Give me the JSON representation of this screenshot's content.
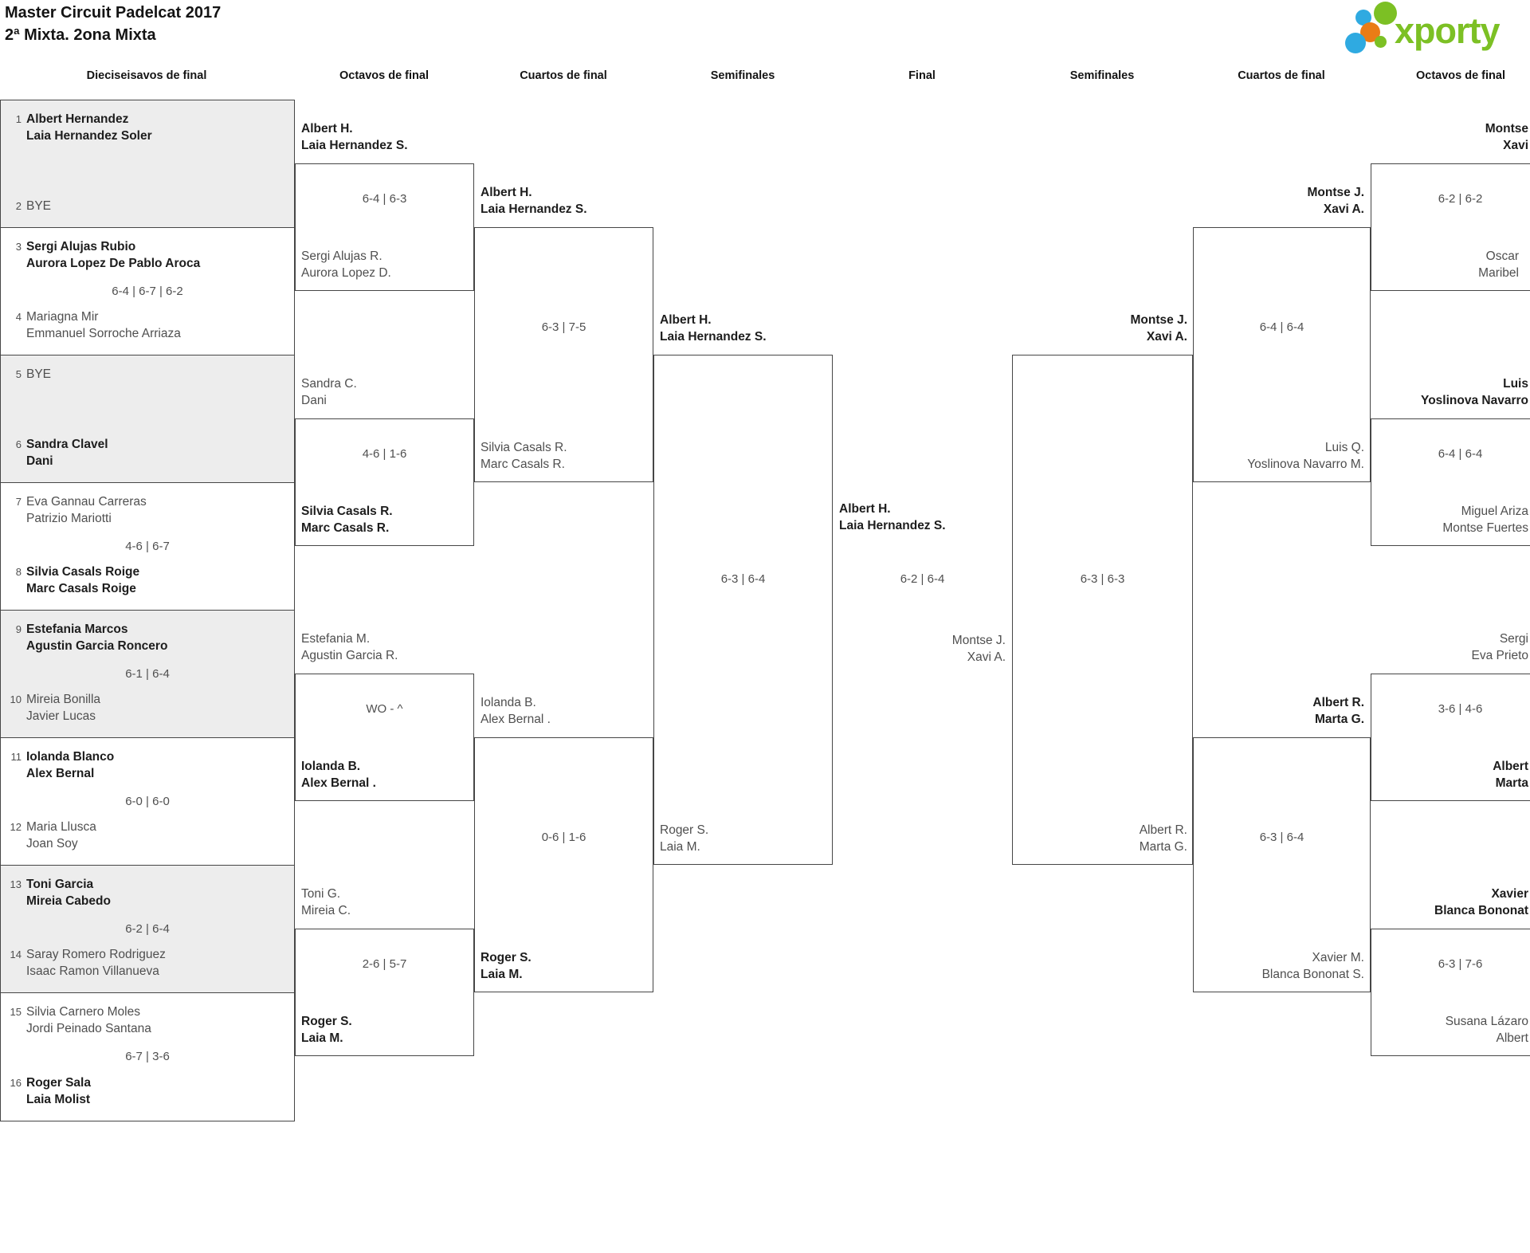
{
  "title": {
    "line1": "Master Circuit Padelcat 2017",
    "line2": "2ª Mixta. 2ona Mixta"
  },
  "logo": {
    "text": "xporty",
    "colors": {
      "green": "#7cc024",
      "blue": "#2faae1",
      "orange": "#ea7c16"
    }
  },
  "rounds": [
    "Dieciseisavos de final",
    "Octavos de final",
    "Cuartos de final",
    "Semifinales",
    "Final",
    "Semifinales",
    "Cuartos de final",
    "Octavos de final"
  ],
  "r32": {
    "matches": [
      {
        "score": "",
        "top": {
          "seed": "1",
          "line1": "Albert Hernandez",
          "line2": "Laia Hernandez Soler",
          "winner": true
        },
        "bottom": {
          "seed": "2",
          "line1": "BYE",
          "line2": "",
          "winner": false
        }
      },
      {
        "score": "6-4 | 6-7 | 6-2",
        "top": {
          "seed": "3",
          "line1": "Sergi Alujas Rubio",
          "line2": "Aurora Lopez De Pablo Aroca",
          "winner": true
        },
        "bottom": {
          "seed": "4",
          "line1": "Mariagna Mir",
          "line2": "Emmanuel Sorroche Arriaza",
          "winner": false
        }
      },
      {
        "score": "",
        "top": {
          "seed": "5",
          "line1": "BYE",
          "line2": "",
          "winner": false
        },
        "bottom": {
          "seed": "6",
          "line1": "Sandra Clavel",
          "line2": "Dani",
          "winner": true
        }
      },
      {
        "score": "4-6 | 6-7",
        "top": {
          "seed": "7",
          "line1": "Eva Gannau Carreras",
          "line2": "Patrizio Mariotti",
          "winner": false
        },
        "bottom": {
          "seed": "8",
          "line1": "Silvia Casals Roige",
          "line2": "Marc Casals Roige",
          "winner": true
        }
      },
      {
        "score": "6-1 | 6-4",
        "top": {
          "seed": "9",
          "line1": "Estefania Marcos",
          "line2": "Agustin Garcia Roncero",
          "winner": true
        },
        "bottom": {
          "seed": "10",
          "line1": "Mireia Bonilla",
          "line2": "Javier Lucas",
          "winner": false
        }
      },
      {
        "score": "6-0 | 6-0",
        "top": {
          "seed": "11",
          "line1": "Iolanda Blanco",
          "line2": "Alex Bernal",
          "winner": true
        },
        "bottom": {
          "seed": "12",
          "line1": "Maria Llusca",
          "line2": "Joan Soy",
          "winner": false
        }
      },
      {
        "score": "6-2 | 6-4",
        "top": {
          "seed": "13",
          "line1": "Toni Garcia",
          "line2": "Mireia Cabedo",
          "winner": true
        },
        "bottom": {
          "seed": "14",
          "line1": "Saray Romero Rodriguez",
          "line2": "Isaac Ramon Villanueva",
          "winner": false
        }
      },
      {
        "score": "6-7 | 3-6",
        "top": {
          "seed": "15",
          "line1": "Silvia Carnero Moles",
          "line2": "Jordi Peinado Santana",
          "winner": false
        },
        "bottom": {
          "seed": "16",
          "line1": "Roger Sala",
          "line2": "Laia Molist",
          "winner": true
        }
      }
    ]
  },
  "left_r16": [
    {
      "score": "6-4 | 6-3",
      "top": {
        "line1": "Albert H.",
        "line2": "Laia Hernandez S.",
        "winner": true
      },
      "bottom": {
        "line1": "Sergi Alujas R.",
        "line2": "Aurora Lopez D.",
        "winner": false
      }
    },
    {
      "score": "4-6 | 1-6",
      "top": {
        "line1": "Sandra C.",
        "line2": "Dani",
        "winner": false
      },
      "bottom": {
        "line1": "Silvia Casals R.",
        "line2": "Marc Casals R.",
        "winner": true
      }
    },
    {
      "score": "WO - ^",
      "top": {
        "line1": "Estefania M.",
        "line2": "Agustin Garcia R.",
        "winner": false
      },
      "bottom": {
        "line1": "Iolanda B.",
        "line2": "Alex Bernal .",
        "winner": true
      }
    },
    {
      "score": "2-6 | 5-7",
      "top": {
        "line1": "Toni G.",
        "line2": "Mireia C.",
        "winner": false
      },
      "bottom": {
        "line1": "Roger S.",
        "line2": "Laia M.",
        "winner": true
      }
    }
  ],
  "left_qf": [
    {
      "score": "6-3 | 7-5",
      "top": {
        "line1": "Albert H.",
        "line2": "Laia Hernandez S.",
        "winner": true
      },
      "bottom": {
        "line1": "Silvia Casals R.",
        "line2": "Marc Casals R.",
        "winner": false
      }
    },
    {
      "score": "0-6 | 1-6",
      "top": {
        "line1": "Iolanda B.",
        "line2": "Alex Bernal .",
        "winner": false
      },
      "bottom": {
        "line1": "Roger S.",
        "line2": "Laia M.",
        "winner": true
      }
    }
  ],
  "left_sf": {
    "score": "6-3 | 6-4",
    "top": {
      "line1": "Albert H.",
      "line2": "Laia Hernandez S.",
      "winner": true
    },
    "bottom": {
      "line1": "Roger S.",
      "line2": "Laia M.",
      "winner": false
    }
  },
  "final": {
    "score": "6-2 | 6-4",
    "top": {
      "line1": "Albert H.",
      "line2": "Laia Hernandez S.",
      "winner": true
    },
    "bottom": {
      "line1": "Montse J.",
      "line2": "Xavi A.",
      "winner": false
    }
  },
  "right_sf": {
    "score": "6-3 | 6-3",
    "top": {
      "line1": "Montse J.",
      "line2": "Xavi A.",
      "winner": true
    },
    "bottom": {
      "line1": "Albert R.",
      "line2": "Marta G.",
      "winner": false
    }
  },
  "right_qf": [
    {
      "score": "6-4 | 6-4",
      "top": {
        "line1": "Montse J.",
        "line2": "Xavi A.",
        "winner": true
      },
      "bottom": {
        "line1": "Luis Q.",
        "line2": "Yoslinova Navarro M.",
        "winner": false
      }
    },
    {
      "score": "6-3 | 6-4",
      "top": {
        "line1": "Albert R.",
        "line2": "Marta G.",
        "winner": true
      },
      "bottom": {
        "line1": "Xavier M.",
        "line2": "Blanca Bononat S.",
        "winner": false
      }
    }
  ],
  "right_r16": [
    {
      "score": "6-2 | 6-2",
      "top": {
        "line1": "Montse",
        "line2": "Xavi",
        "winner": true
      },
      "bottom": {
        "line1": "Oscar",
        "line2": "Maribel",
        "winner": false
      }
    },
    {
      "score": "6-4 | 6-4",
      "top": {
        "line1": "Luis",
        "line2": "Yoslinova Navarro",
        "winner": true
      },
      "bottom": {
        "line1": "Miguel Ariza",
        "line2": "Montse Fuertes",
        "winner": false
      }
    },
    {
      "score": "3-6 | 4-6",
      "top": {
        "line1": "Sergi",
        "line2": "Eva Prieto",
        "winner": false
      },
      "bottom": {
        "line1": "Albert",
        "line2": "Marta",
        "winner": true
      }
    },
    {
      "score": "6-3 | 7-6",
      "top": {
        "line1": "Xavier",
        "line2": "Blanca Bononat",
        "winner": true
      },
      "bottom": {
        "line1": "Susana Lázaro",
        "line2": "Albert",
        "winner": false
      }
    }
  ]
}
